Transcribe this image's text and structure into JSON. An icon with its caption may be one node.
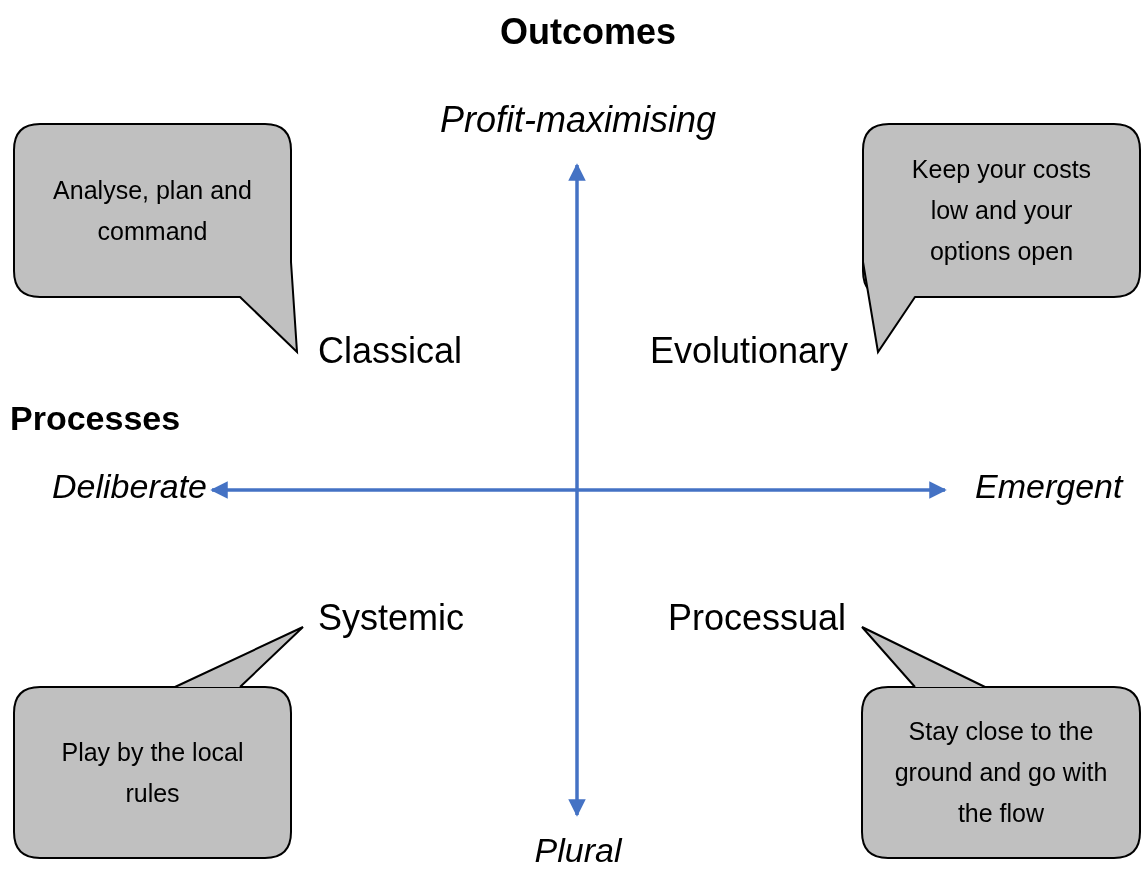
{
  "diagram": {
    "nodes": [
      {
        "text": [
          "Analyse, plan and command"
        ]
      },
      {
        "text": [
          "Keep your costs low and your options open"
        ]
      },
      {
        "text": [
          "Play by the local rules"
        ]
      },
      {
        "text": [
          "Stay close to the ground and go with the flow"
        ]
      }
    ],
    "labels": [
      "Outcomes",
      "Profit-maximising",
      "Classical",
      "Evolutionary",
      "Processes",
      "Deliberate",
      "Emergent",
      "Systemic",
      "Processual",
      "Plural"
    ]
  }
}
